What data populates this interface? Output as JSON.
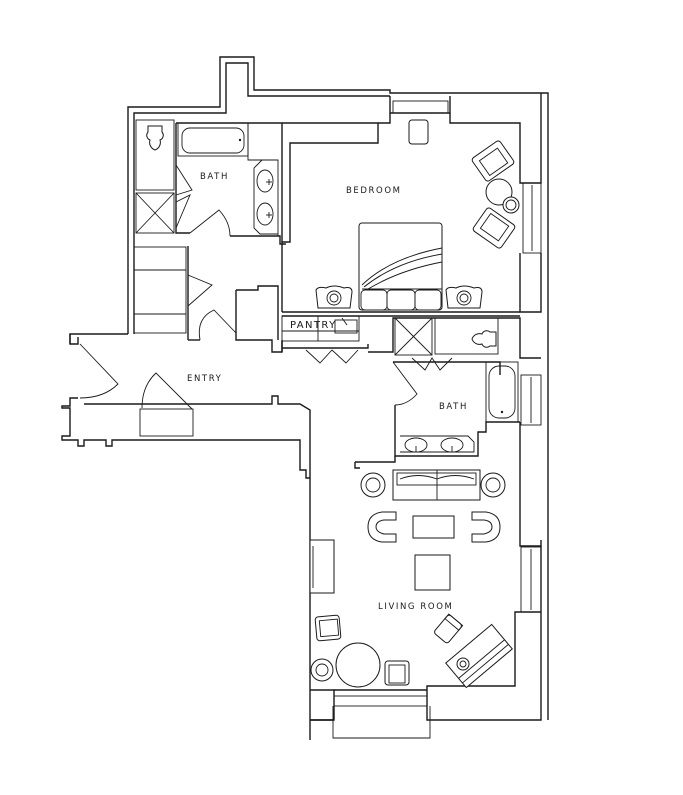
{
  "floor_plan": {
    "rooms": [
      {
        "id": "bedroom",
        "label": "BEDROOM"
      },
      {
        "id": "bath-upper",
        "label": "BATH"
      },
      {
        "id": "pantry",
        "label": "PANTRY"
      },
      {
        "id": "entry",
        "label": "ENTRY"
      },
      {
        "id": "bath-lower",
        "label": "BATH"
      },
      {
        "id": "living-room",
        "label": "LIVING ROOM"
      }
    ],
    "colors": {
      "line": "#1a1a1a",
      "background": "#ffffff"
    }
  }
}
